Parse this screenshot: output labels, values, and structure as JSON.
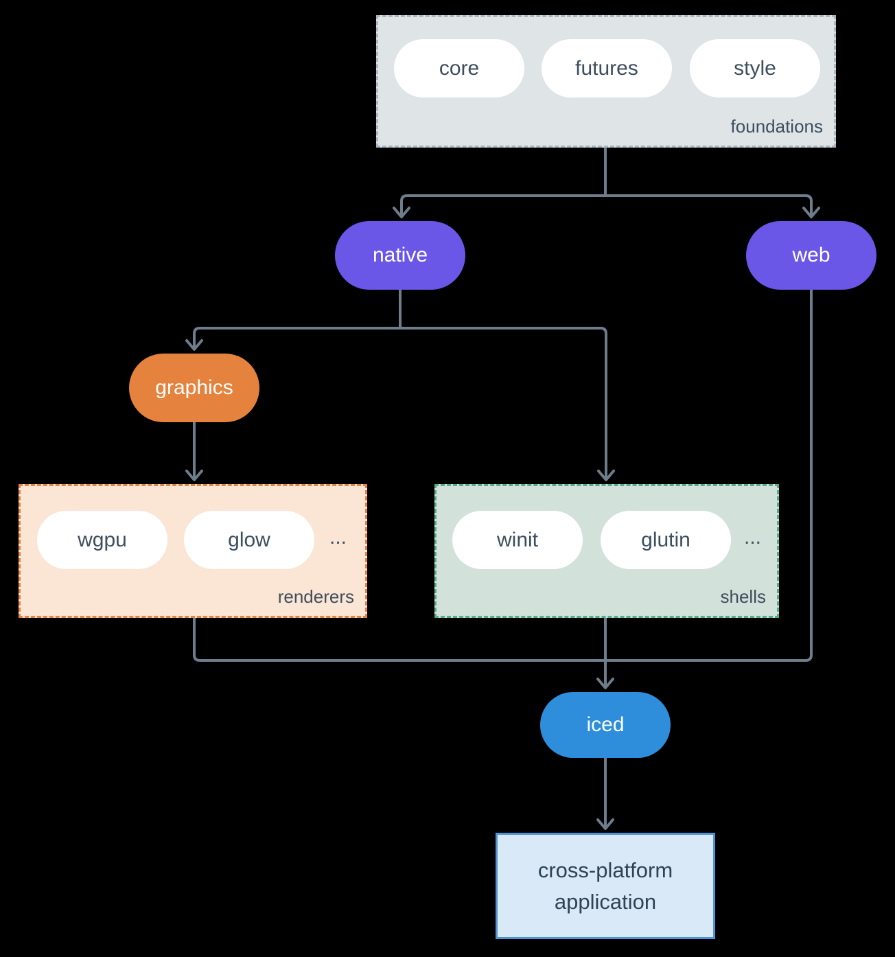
{
  "colors": {
    "background": "#000000",
    "line": "#6e7d8c",
    "foundations-bg": "#dfe4e7",
    "foundations-border": "#aab6bd",
    "box-label": "#3d4e5c",
    "pill-bg": "#ffffff",
    "pill-text": "#3d4e5c",
    "purple": "#6a57e8",
    "orange": "#e5823d",
    "blue": "#2f8edc",
    "renderers-bg": "#fbe5d5",
    "renderers-border": "#e5823d",
    "shells-bg": "#d3e1db",
    "shells-border": "#53ab8e",
    "app-bg": "#d9e9f8",
    "app-border": "#4c94d8",
    "app-text": "#2e4355"
  },
  "foundations": {
    "items": [
      "core",
      "futures",
      "style"
    ],
    "label": "foundations"
  },
  "nodes": {
    "native": "native",
    "web": "web",
    "graphics": "graphics",
    "iced": "iced"
  },
  "renderers": {
    "items": [
      "wgpu",
      "glow"
    ],
    "ellipsis": "...",
    "label": "renderers"
  },
  "shells": {
    "items": [
      "winit",
      "glutin"
    ],
    "ellipsis": "...",
    "label": "shells"
  },
  "application": {
    "line1": "cross-platform",
    "line2": "application"
  }
}
